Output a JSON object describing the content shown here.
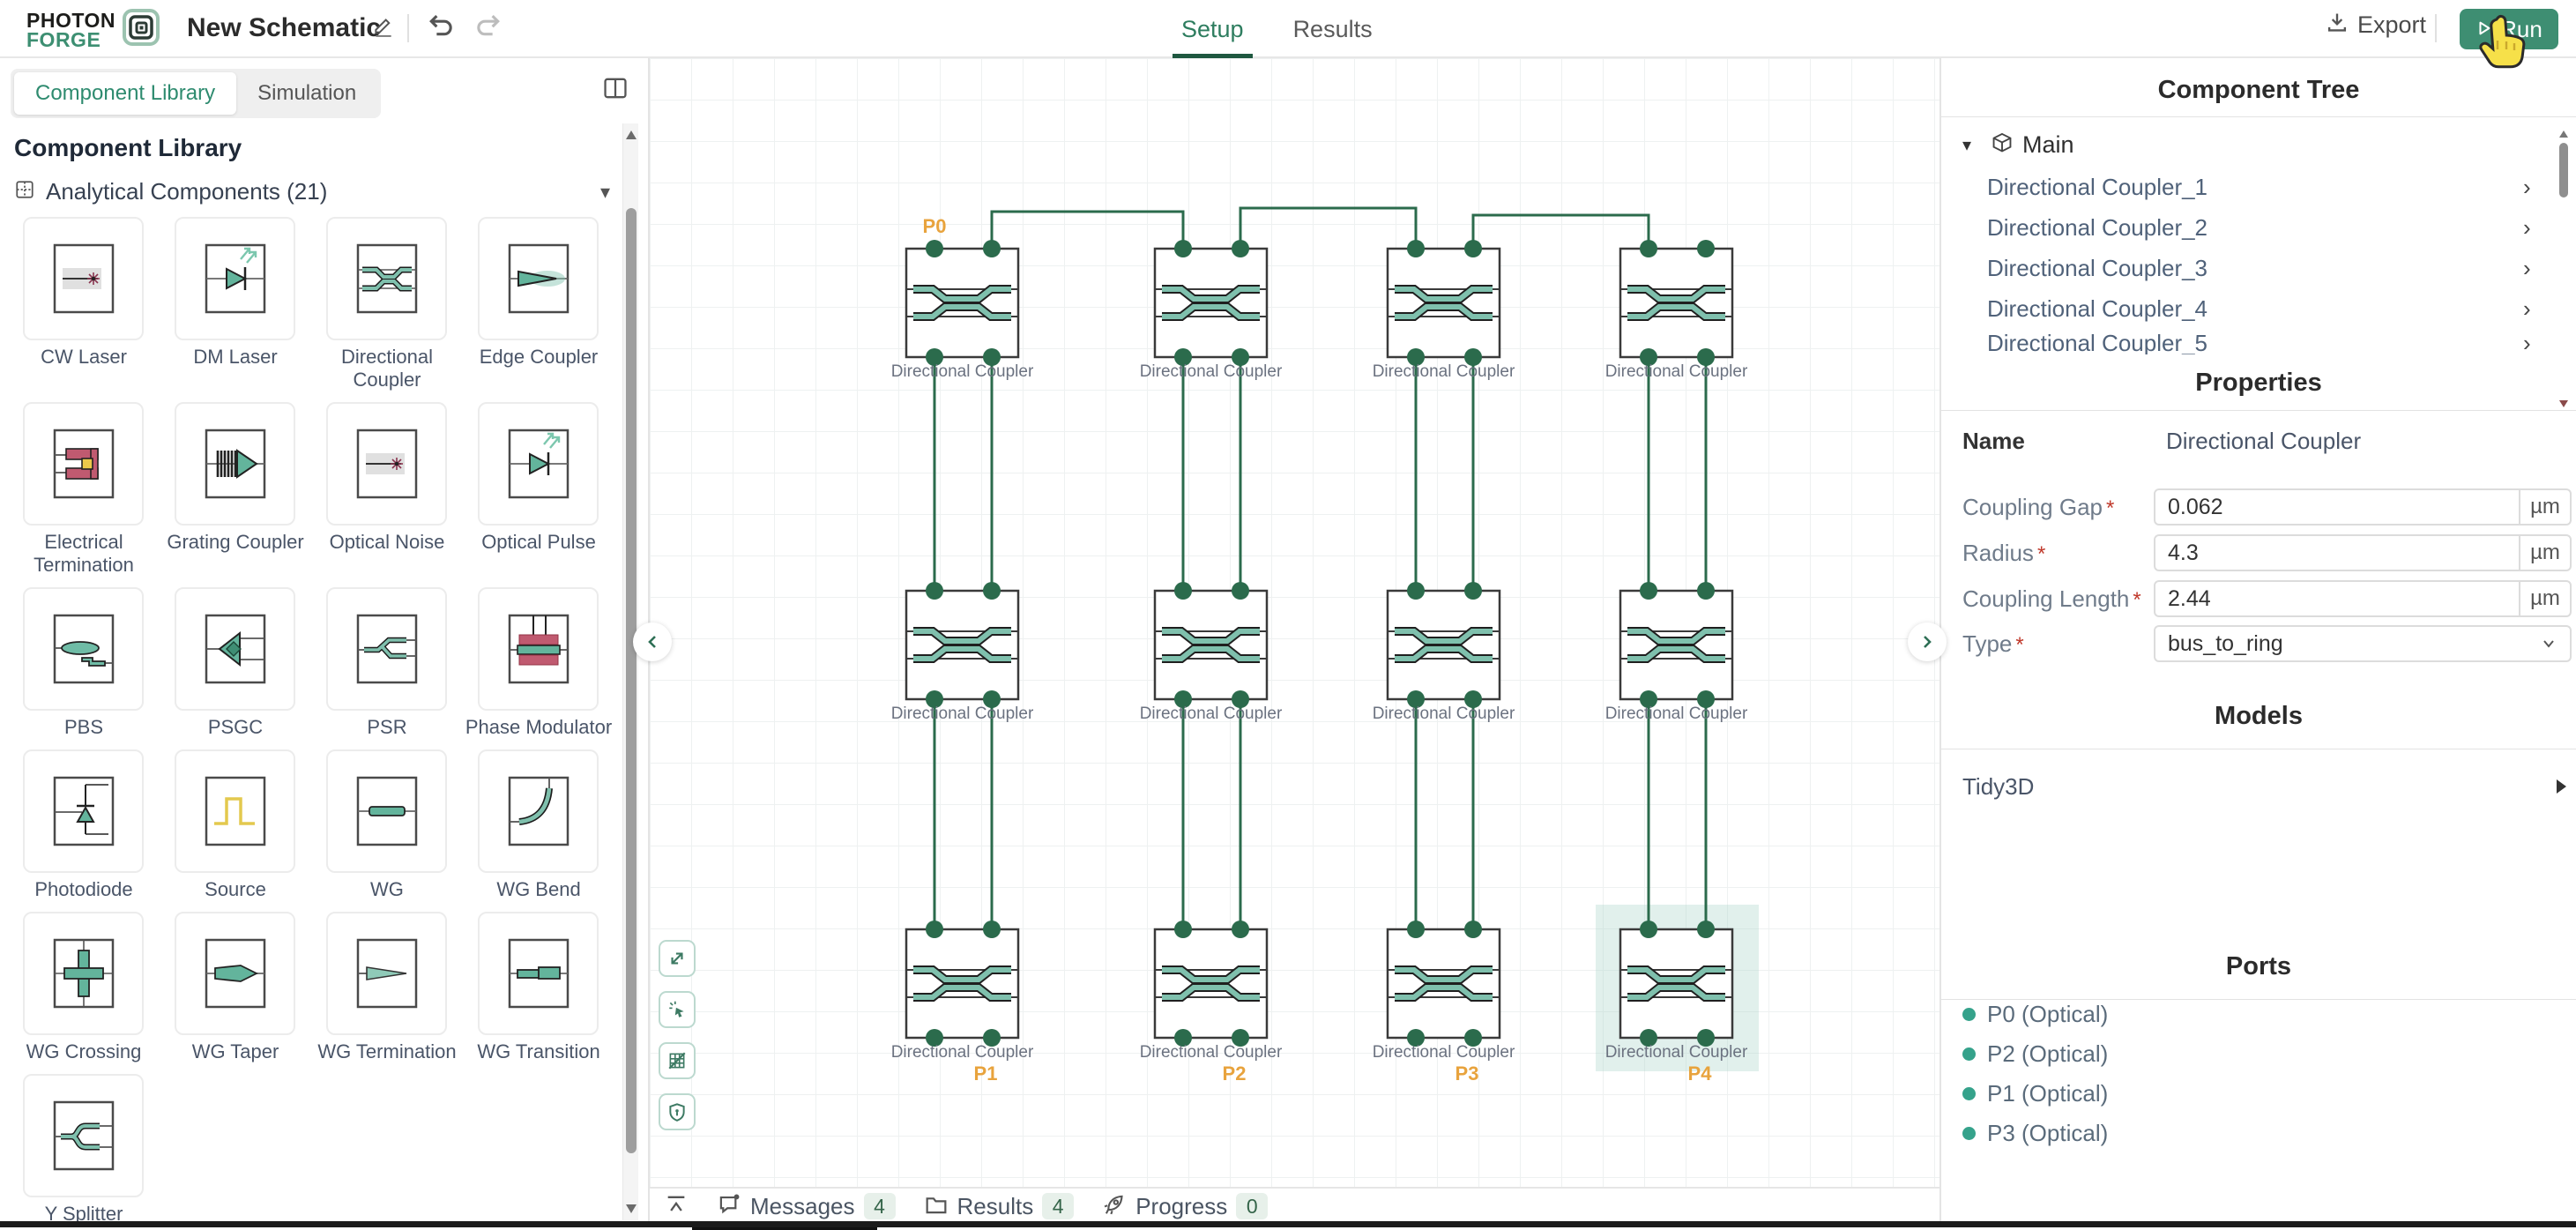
{
  "colors": {
    "accent": "#3d8b72",
    "wire": "#2b6b4c",
    "waveguide": "#7fc0ad",
    "port_label": "#e8a33d",
    "selection": "rgba(176,216,205,0.38)",
    "active_tab": "#2e7d5f"
  },
  "topbar": {
    "logo_line1": "PHOTON",
    "logo_line2": "FORGE",
    "title": "New Schematic",
    "tabs": [
      {
        "label": "Setup",
        "active": true
      },
      {
        "label": "Results",
        "active": false
      }
    ],
    "export_label": "Export",
    "run_label": "Run"
  },
  "left_panel": {
    "tabs": [
      {
        "label": "Component Library",
        "active": true
      },
      {
        "label": "Simulation",
        "active": false
      }
    ],
    "heading": "Component Library",
    "section_label": "Analytical Components (21)",
    "components": [
      {
        "name": "CW Laser",
        "icon": "cw-laser"
      },
      {
        "name": "DM Laser",
        "icon": "dm-laser"
      },
      {
        "name": "Directional Coupler",
        "icon": "directional-coupler"
      },
      {
        "name": "Edge Coupler",
        "icon": "edge-coupler"
      },
      {
        "name": "Electrical Termination",
        "icon": "electrical-termination"
      },
      {
        "name": "Grating Coupler",
        "icon": "grating-coupler"
      },
      {
        "name": "Optical Noise",
        "icon": "optical-noise"
      },
      {
        "name": "Optical Pulse",
        "icon": "optical-pulse"
      },
      {
        "name": "PBS",
        "icon": "pbs"
      },
      {
        "name": "PSGC",
        "icon": "psgc"
      },
      {
        "name": "PSR",
        "icon": "psr"
      },
      {
        "name": "Phase Modulator",
        "icon": "phase-modulator"
      },
      {
        "name": "Photodiode",
        "icon": "photodiode"
      },
      {
        "name": "Source",
        "icon": "source"
      },
      {
        "name": "WG",
        "icon": "wg"
      },
      {
        "name": "WG Bend",
        "icon": "wg-bend"
      },
      {
        "name": "WG Crossing",
        "icon": "wg-crossing"
      },
      {
        "name": "WG Taper",
        "icon": "wg-taper"
      },
      {
        "name": "WG Termination",
        "icon": "wg-termination"
      },
      {
        "name": "WG Transition",
        "icon": "wg-transition"
      },
      {
        "name": "Y Splitter",
        "icon": "y-splitter"
      }
    ]
  },
  "canvas": {
    "component_label": "Directional Coupler",
    "grid": {
      "rows": 3,
      "cols": 4
    },
    "input_port_label": "P0",
    "output_port_labels": [
      "P1",
      "P2",
      "P3",
      "P4"
    ],
    "selected_instance": {
      "row": 2,
      "col": 3
    },
    "toolbar": [
      {
        "icon": "expand-icon"
      },
      {
        "icon": "cursor-spark-icon"
      },
      {
        "icon": "grid-toggle-icon"
      },
      {
        "icon": "shield-icon"
      }
    ]
  },
  "footer": {
    "tabs": [
      {
        "label": "Messages",
        "count": "4",
        "icon": "message-icon",
        "active": true
      },
      {
        "label": "Results",
        "count": "4",
        "icon": "folder-icon",
        "active": false
      },
      {
        "label": "Progress",
        "count": "0",
        "icon": "rocket-icon",
        "active": false
      }
    ]
  },
  "right_panel": {
    "tree_title": "Component Tree",
    "tree_root": "Main",
    "tree_items": [
      "Directional Coupler_1",
      "Directional Coupler_2",
      "Directional Coupler_3",
      "Directional Coupler_4",
      "Directional Coupler_5"
    ],
    "properties": {
      "title": "Properties",
      "name_label": "Name",
      "name_value": "Directional Coupler",
      "fields": [
        {
          "label": "Coupling Gap",
          "required": true,
          "value": "0.062",
          "unit": "µm",
          "kind": "input"
        },
        {
          "label": "Radius",
          "required": true,
          "value": "4.3",
          "unit": "µm",
          "kind": "input"
        },
        {
          "label": "Coupling Length",
          "required": true,
          "value": "2.44",
          "unit": "µm",
          "kind": "input"
        },
        {
          "label": "Type",
          "required": true,
          "value": "bus_to_ring",
          "kind": "select"
        }
      ]
    },
    "models": {
      "title": "Models",
      "items": [
        "Tidy3D"
      ]
    },
    "ports": {
      "title": "Ports",
      "items": [
        "P0 (Optical)",
        "P2 (Optical)",
        "P1 (Optical)",
        "P3 (Optical)"
      ]
    }
  }
}
